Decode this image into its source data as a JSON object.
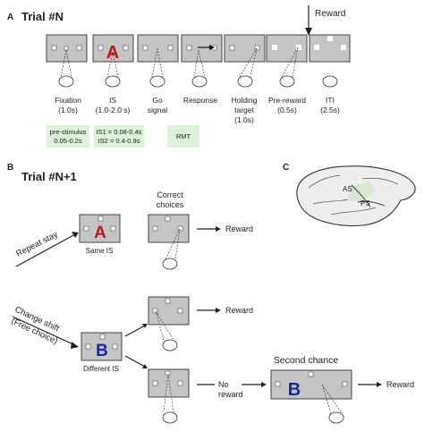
{
  "panelA": {
    "letter": "A",
    "title": "Trial #N",
    "reward_label": "Reward",
    "stages": [
      {
        "id": "fixation",
        "line1": "Fixation",
        "line2": "(1.0s)",
        "line3": ""
      },
      {
        "id": "is",
        "line1": "IS",
        "line2": "(1.0-2.0 s)",
        "line3": ""
      },
      {
        "id": "go",
        "line1": "Go",
        "line2": "signal",
        "line3": ""
      },
      {
        "id": "response",
        "line1": "Response",
        "line2": "",
        "line3": ""
      },
      {
        "id": "holding",
        "line1": "Holding",
        "line2": "target",
        "line3": "(1.0s)"
      },
      {
        "id": "prereward",
        "line1": "Pre-reward",
        "line2": "(0.5s)",
        "line3": ""
      },
      {
        "id": "iti",
        "line1": "ITI",
        "line2": "(2.5s)",
        "line3": ""
      }
    ],
    "stimulus_letter": "A",
    "timing": {
      "prestim_line1": "pre-stimulus",
      "prestim_line2": "0.05-0.2s",
      "is1": "IS1 = 0.08-0.4s",
      "is2": "IS2 = 0.4-0.9s",
      "rmt": "RMT"
    }
  },
  "panelB": {
    "letter": "B",
    "title": "Trial #N+1",
    "repeat_label": "Repeat stay",
    "same_is": "Same IS",
    "correct_line1": "Correct",
    "correct_line2": "choices",
    "reward_top": "Reward",
    "change_line1": "Change shift",
    "change_line2": "(Free choice)",
    "different_is": "Different IS",
    "reward_mid": "Reward",
    "no_reward_line1": "No",
    "no_reward_line2": "reward",
    "second_chance": "Second chance",
    "reward_bottom": "Reward",
    "letter_a": "A",
    "letter_b": "B",
    "letter_b2": "B"
  },
  "panelC": {
    "letter": "C",
    "as_label": "AS",
    "ps_label": "PS"
  },
  "colors": {
    "red_letter": "#c0141c",
    "blue_letter": "#1a2a9c",
    "screen_fill": "#c4c4c4",
    "timing_box": "#ddf2da"
  }
}
